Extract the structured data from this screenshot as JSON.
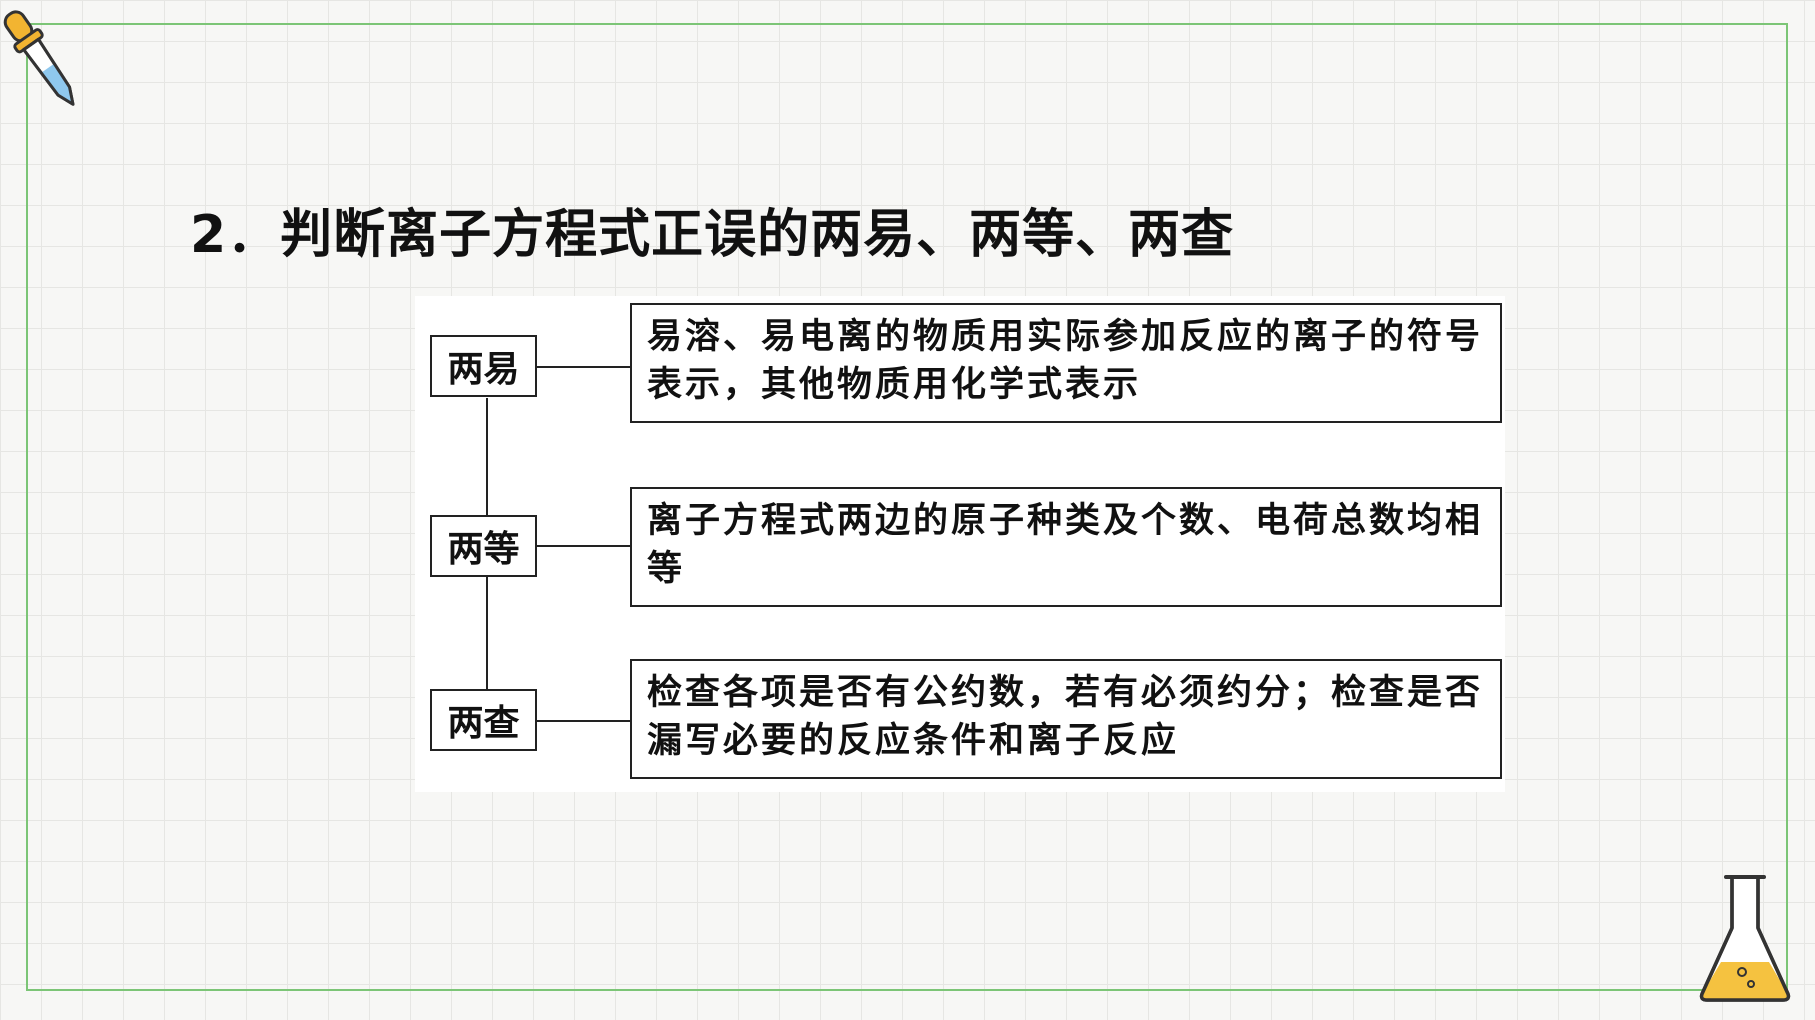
{
  "title": "2．判断离子方程式正误的两易、两等、两查",
  "items": [
    {
      "label": "两易",
      "text": "易溶、易电离的物质用实际参加反应的离子的符号表示，其他物质用化学式表示"
    },
    {
      "label": "两等",
      "text": "离子方程式两边的原子种类及个数、电荷总数均相等"
    },
    {
      "label": "两查",
      "text": "检查各项是否有公约数，若有必须约分；检查是否漏写必要的反应条件和离子反应"
    }
  ],
  "colors": {
    "frame": "#7cc576",
    "dropper_bulb": "#f2b431",
    "dropper_liquid": "#8fc8ee",
    "flask_liquid": "#f5c240"
  },
  "icons": [
    "dropper-icon",
    "flask-icon"
  ]
}
